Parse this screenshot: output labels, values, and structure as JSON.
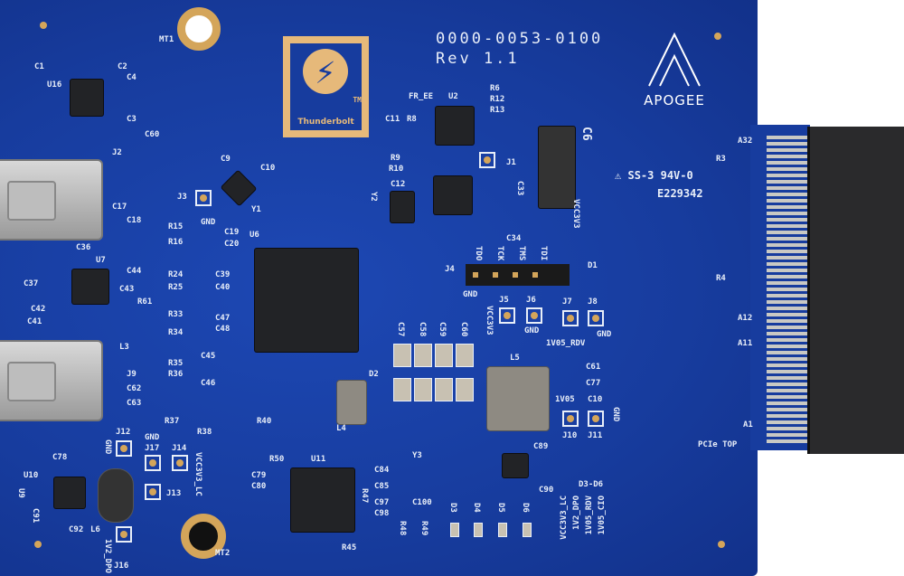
{
  "board": {
    "part_number": "0000-0053-0100",
    "revision": "Rev 1.1",
    "brand_logo": "APOGEE",
    "thunderbolt_logo": "Thunderbolt",
    "thunderbolt_tm": "TM",
    "ul_mark": "SS-3 94V-0",
    "ul_file": "E229342",
    "edge_label": "PCIe TOP"
  },
  "labels": {
    "mt1": "MT1",
    "mt2": "MT2",
    "u16": "U16",
    "c1": "C1",
    "c2": "C2",
    "c4": "C4",
    "c3": "C3",
    "c60": "C60",
    "j2": "J2",
    "c17": "C17",
    "c18": "C18",
    "u7": "U7",
    "c36": "C36",
    "c37": "C37",
    "c42": "C42",
    "c41": "C41",
    "c43": "C43",
    "c44": "C44",
    "r61": "R61",
    "l3": "L3",
    "j9": "J9",
    "c62": "C62",
    "c63": "C63",
    "c9": "C9",
    "c10": "C10",
    "y1": "Y1",
    "j3": "J3",
    "gnd1": "GND",
    "r15": "R15",
    "r16": "R16",
    "c19": "C19",
    "c20": "C20",
    "u6": "U6",
    "r24": "R24",
    "r25": "R25",
    "c39": "C39",
    "c40": "C40",
    "r33": "R33",
    "r34": "R34",
    "c47": "C47",
    "c48": "C48",
    "r35": "R35",
    "r36": "R36",
    "c45": "C45",
    "c46": "C46",
    "r37": "R37",
    "r38": "R38",
    "r40": "R40",
    "fr_ee": "FR_EE",
    "u2": "U2",
    "r6": "R6",
    "r12": "R12",
    "r13": "R13",
    "c11": "C11",
    "r8": "R8",
    "r9": "R9",
    "r10": "R10",
    "c12": "C12",
    "j1": "J1",
    "c33": "C33",
    "c6": "C6",
    "c34": "C34",
    "y2": "Y2",
    "vcc3v3": "VCC3V3",
    "d1": "D1",
    "j4": "J4",
    "tdo": "TDO",
    "tck": "TCK",
    "tms": "TMS",
    "tdi": "TDI",
    "gnd2": "GND",
    "j5": "J5",
    "j6": "J6",
    "j7": "J7",
    "j8": "J8",
    "gnd3": "GND",
    "gnd4": "GND",
    "v1v05_rdv": "1V05_RDV",
    "vcc3v3b": "VCC3V3",
    "c57": "C57",
    "c58": "C58",
    "c59": "C59",
    "c60b": "C60",
    "l5": "L5",
    "c61": "C61",
    "c77": "C77",
    "v1v05": "1V05",
    "c10b": "C10",
    "j10": "J10",
    "j11": "J11",
    "gnd5": "GND",
    "d2": "D2",
    "l4": "L4",
    "a32": "A32",
    "r3": "R3",
    "r4": "R4",
    "a12": "A12",
    "a11": "A11",
    "a1": "A1",
    "u10": "U10",
    "u9": "U9",
    "c78": "C78",
    "c91": "C91",
    "c92": "C92",
    "l6": "L6",
    "j12": "J12",
    "gnd6": "GND",
    "gnd7": "GND",
    "j17": "J17",
    "j14": "J14",
    "j13": "J13",
    "vcc3v3_lc": "VCC3V3_LC",
    "j16": "J16",
    "v1v2_dpo": "1V2_DPO",
    "r50": "R50",
    "u11": "U11",
    "c79": "C79",
    "c80": "C80",
    "r45": "R45",
    "r47": "R47",
    "c84": "C84",
    "c85": "C85",
    "c97": "C97",
    "c98": "C98",
    "c100": "C100",
    "r48": "R48",
    "r49": "R49",
    "y3": "Y3",
    "c89": "C89",
    "c90": "C90",
    "d3": "D3",
    "d4": "D4",
    "d5": "D5",
    "d6": "D6",
    "d3_d6": "D3-D6",
    "led1": "VCC3V3_LC",
    "led2": "1V2_DPO",
    "led3": "1V05_RDV",
    "led4": "1V05_CIO"
  },
  "colors": {
    "board": "#173c9e",
    "silkscreen": "#e8eef8",
    "gold": "#d4a55a",
    "connector": "#2a2a2c"
  }
}
